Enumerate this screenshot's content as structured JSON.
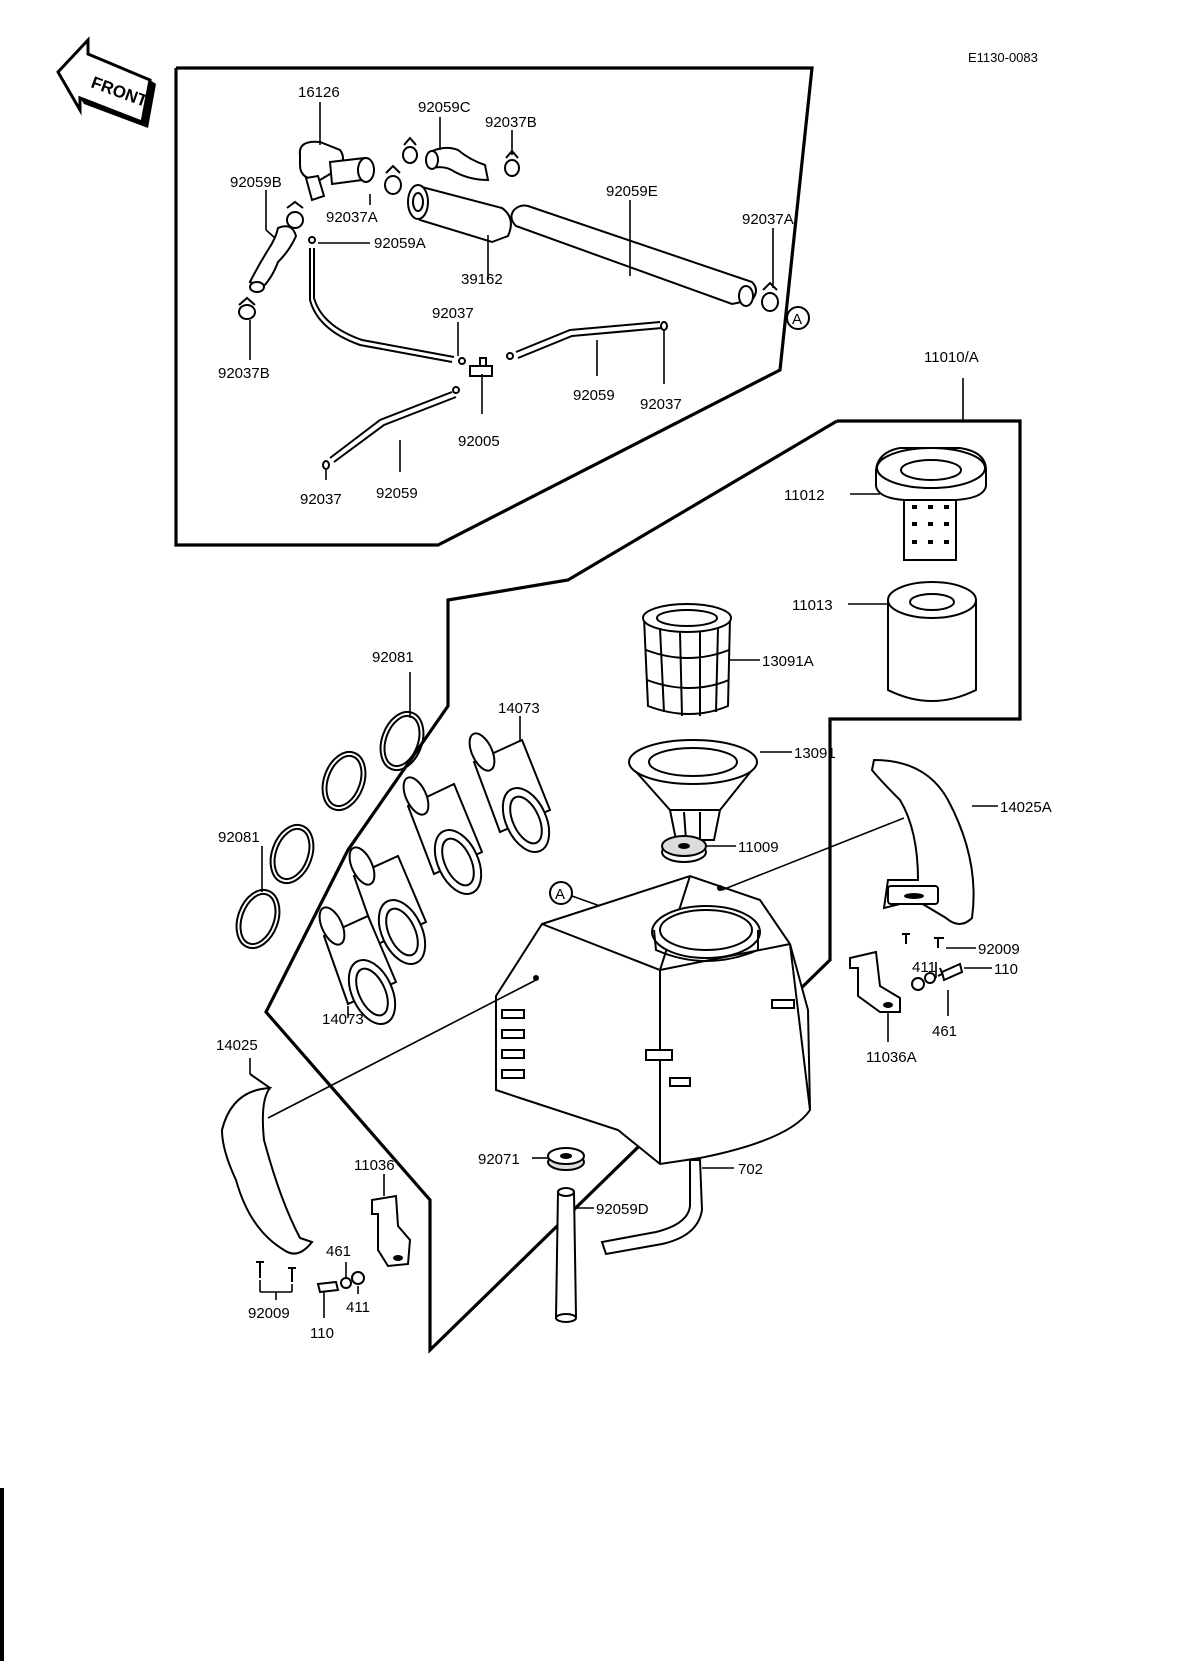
{
  "drawing_code": "E1130-0083",
  "front_label": "FRONT",
  "ref_marker": "A",
  "parts": {
    "p16126": "16126",
    "p92059C": "92059C",
    "p92037B_top": "92037B",
    "p92059B": "92059B",
    "p92037A_left": "92037A",
    "p92059E": "92059E",
    "p92037A_right": "92037A",
    "p92059A": "92059A",
    "p39162": "39162",
    "p92037B_bottom": "92037B",
    "p92037_mid": "92037",
    "p92005": "92005",
    "p92059_right": "92059",
    "p92037_right": "92037",
    "p92037_low": "92037",
    "p92059_low": "92059",
    "p11010A": "11010/A",
    "p11012": "11012",
    "p11013": "11013",
    "p92081_top": "92081",
    "p13091A": "13091A",
    "p14073_top": "14073",
    "p13091": "13091",
    "p14025A": "14025A",
    "p11009": "11009",
    "p92081_left": "92081",
    "p92009_right": "92009",
    "p411_right": "411",
    "p110_right": "110",
    "p461_right": "461",
    "p11036A": "11036A",
    "p14073_bottom": "14073",
    "p14025": "14025",
    "p92071": "92071",
    "p702": "702",
    "p92059D": "92059D",
    "p11036": "11036",
    "p461_left": "461",
    "p411_left": "411",
    "p92009_left": "92009",
    "p110_left": "110"
  }
}
